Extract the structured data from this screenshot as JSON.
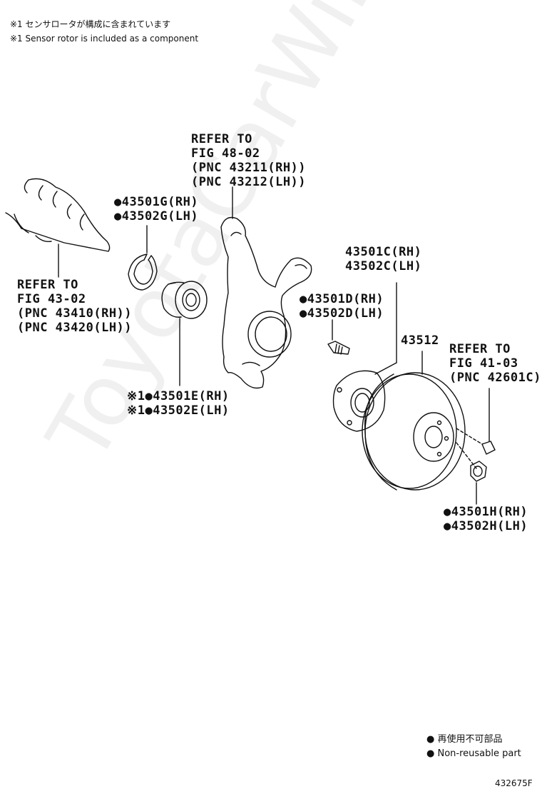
{
  "notes": {
    "line1": "※1 センサロータが構成に含まれています",
    "line2": "※1 Sensor rotor is included as a component"
  },
  "callouts": {
    "knuckle_ref": [
      "REFER TO",
      "FIG 48-02",
      "(PNC 43211(RH))",
      "(PNC 43212(LH))"
    ],
    "snap_ring": [
      "●43501G(RH)",
      "●43502G(LH)"
    ],
    "shaft_ref": [
      "REFER TO",
      "FIG 43-02",
      "(PNC 43410(RH))",
      "(PNC 43420(LH))"
    ],
    "bearing": [
      "※1●43501E(RH)",
      "※1●43502E(LH)"
    ],
    "hub": [
      "43501C(RH)",
      "43502C(LH)"
    ],
    "hub_bolt": [
      "●43501D(RH)",
      "●43502D(LH)"
    ],
    "disc": "43512",
    "wheel_ref": [
      "REFER TO",
      "FIG 41-03",
      "(PNC 42601C)"
    ],
    "nut": [
      "●43501H(RH)",
      "●43502H(LH)"
    ]
  },
  "legend": {
    "jp": "再使用不可部品",
    "en": "Non-reusable part"
  },
  "figure_id": "432675F",
  "watermark": "ToyotaCarWine.ru",
  "icons": {
    "non_reusable": "filled-circle-icon"
  }
}
